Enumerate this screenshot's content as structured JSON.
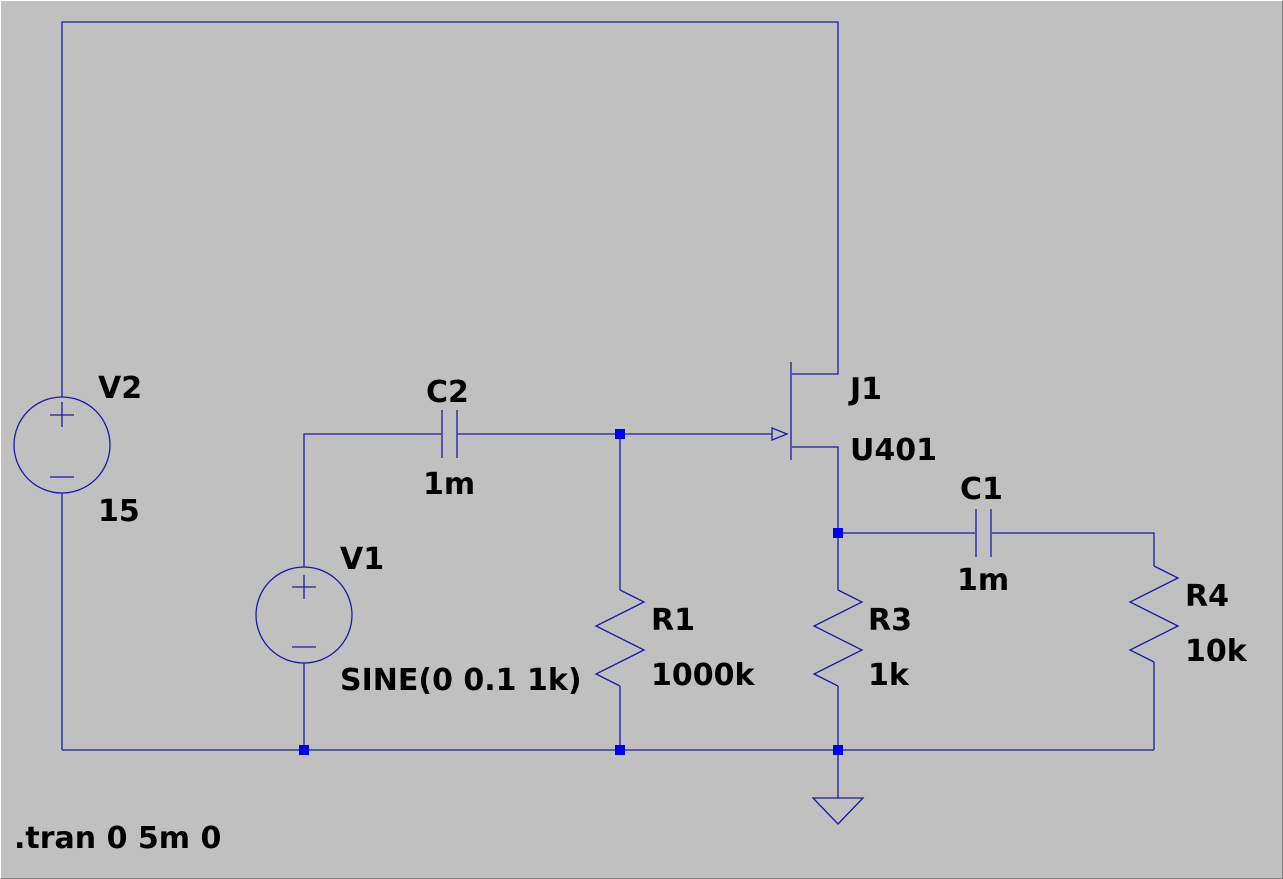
{
  "components": {
    "V2": {
      "name": "V2",
      "value": "15"
    },
    "V1": {
      "name": "V1",
      "value": "SINE(0 0.1 1k)"
    },
    "C2": {
      "name": "C2",
      "value": "1m"
    },
    "C1": {
      "name": "C1",
      "value": "1m"
    },
    "R1": {
      "name": "R1",
      "value": "1000k"
    },
    "R3": {
      "name": "R3",
      "value": "1k"
    },
    "R4": {
      "name": "R4",
      "value": "10k"
    },
    "J1": {
      "name": "J1",
      "value": "U401"
    }
  },
  "directive": ".tran 0 5m 0",
  "colors": {
    "background": "#c0c0c0",
    "wire": "#1a1aa8",
    "junction": "#0000ee",
    "text": "#000000"
  }
}
